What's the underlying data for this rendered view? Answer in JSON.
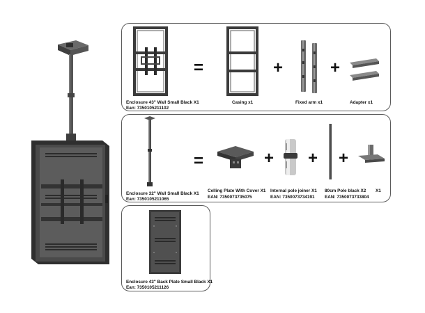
{
  "colors": {
    "metal_dark": "#3b3b3b",
    "metal_mid": "#5b5b5b",
    "metal_light": "#8a8a8a",
    "border": "#5a5a5a"
  },
  "row1": {
    "main": {
      "name": "Enclosure 43\" Wall Small Black X1",
      "ean": "Ean: 7350105211102"
    },
    "equals": "=",
    "casing": "Casing x1",
    "plus_1": "+",
    "fixed_arm": "Fixed arm x1",
    "plus_2": "+",
    "adapter": "Adapter x1"
  },
  "row2": {
    "main": {
      "name": "Enclosure 32\" Wall Small Black X1",
      "ean": "Ean: 7350105211065"
    },
    "equals": "=",
    "ceiling_plate": {
      "name": "Celling Plate With Cover X1",
      "ean": "EAN: 7350073735075"
    },
    "plus_1": "+",
    "pole_joiner": {
      "name": "Internal pole joiner X1",
      "ean": "EAN: 7350073734191"
    },
    "plus_2": "+",
    "pole": {
      "name": "80cm Pole black X2",
      "ean": "EAN: 7350073733804"
    },
    "plus_3": "+",
    "last_qty": "X1"
  },
  "row3": {
    "main": {
      "name": "Enclosure 43\" Back Plate Small Black X1",
      "ean": "Ean: 7350105211126"
    }
  }
}
